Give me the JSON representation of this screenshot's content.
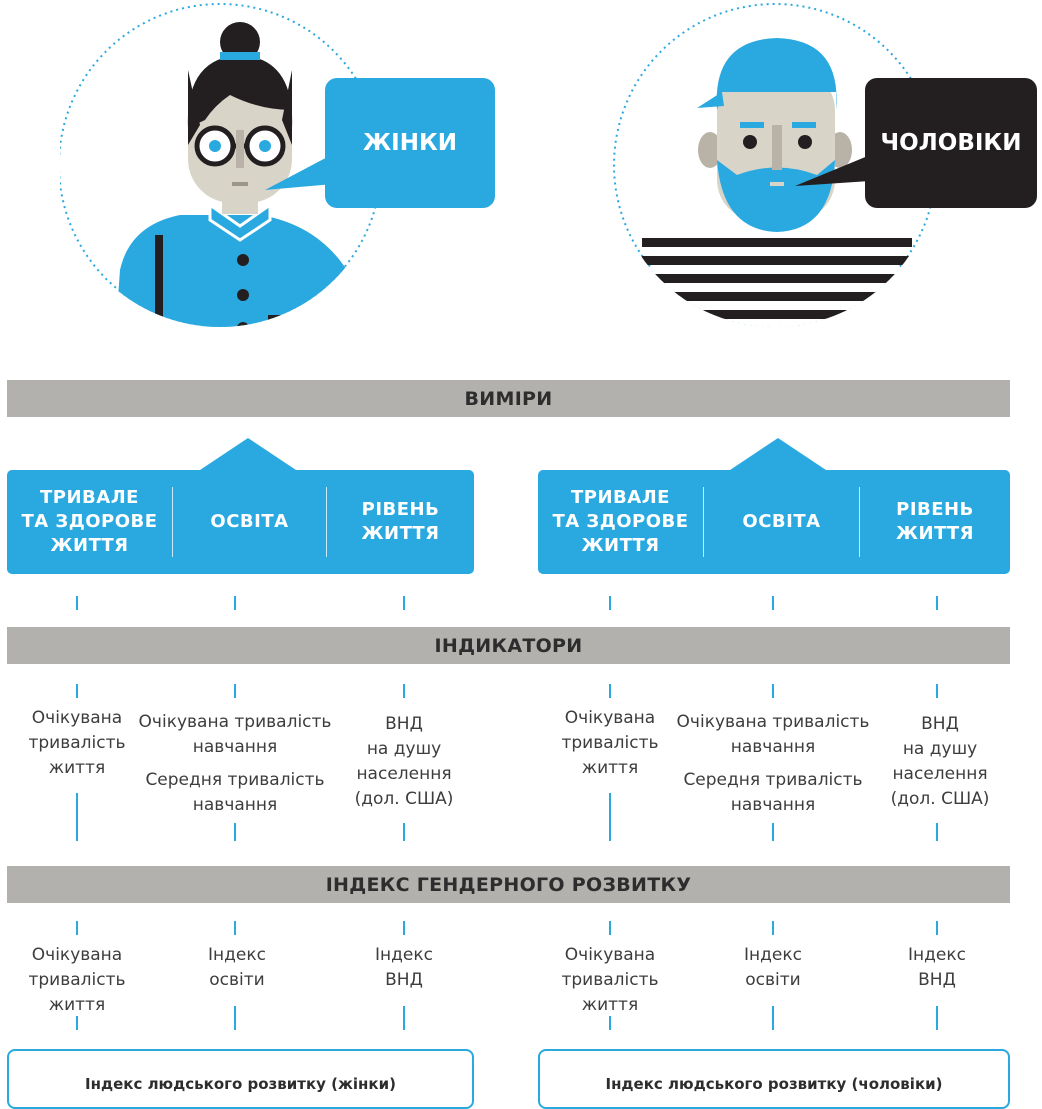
{
  "figures": {
    "women": {
      "label": "ЖІНКИ",
      "bubble_color": "#2aa9e0"
    },
    "men": {
      "label": "ЧОЛОВІКИ",
      "bubble_color": "#231f20"
    }
  },
  "colors": {
    "accent": "#2aa9e0",
    "band": "#b3b1ad",
    "dark": "#231f20"
  },
  "bands": {
    "dimensions": "ВИМІРИ",
    "indicators": "ІНДИКАТОРИ",
    "gdi": "ІНДЕКС ГЕНДЕРНОГО РОЗВИТКУ"
  },
  "dimensions_left": {
    "health": "ТРИВАЛЕ\nТА ЗДОРОВЕ\nЖИТТЯ",
    "education": "ОСВІТА",
    "living": "РІВЕНЬ\nЖИТТЯ"
  },
  "dimensions_right": {
    "health": "ТРИВАЛЕ\nТА ЗДОРОВЕ\nЖИТТЯ",
    "education": "ОСВІТА",
    "living": "РІВЕНЬ\nЖИТТЯ"
  },
  "indicators_left": {
    "health": "Очікувана\nтривалість\nжиття",
    "education_1": "Очікувана тривалість\nнавчання",
    "education_2": "Середня тривалість\nнавчання",
    "living": "ВНД\nна душу\nнаселення\n(дол. США)"
  },
  "indicators_right": {
    "health": "Очікувана\nтривалість\nжиття",
    "education_1": "Очікувана тривалість\nнавчання",
    "education_2": "Середня тривалість\nнавчання",
    "living": "ВНД\nна душу\nнаселення\n(дол. США)"
  },
  "indices_left": {
    "health": "Очікувана\nтривалість\nжиття",
    "education": "Індекс\nосвіти",
    "living": "Індекс\nВНД"
  },
  "indices_right": {
    "health": "Очікувана\nтривалість\nжиття",
    "education": "Індекс\nосвіти",
    "living": "Індекс\nВНД"
  },
  "results": {
    "women": "Індекс людського розвитку (жінки)",
    "men": "Індекс людського розвитку (чоловіки)"
  }
}
